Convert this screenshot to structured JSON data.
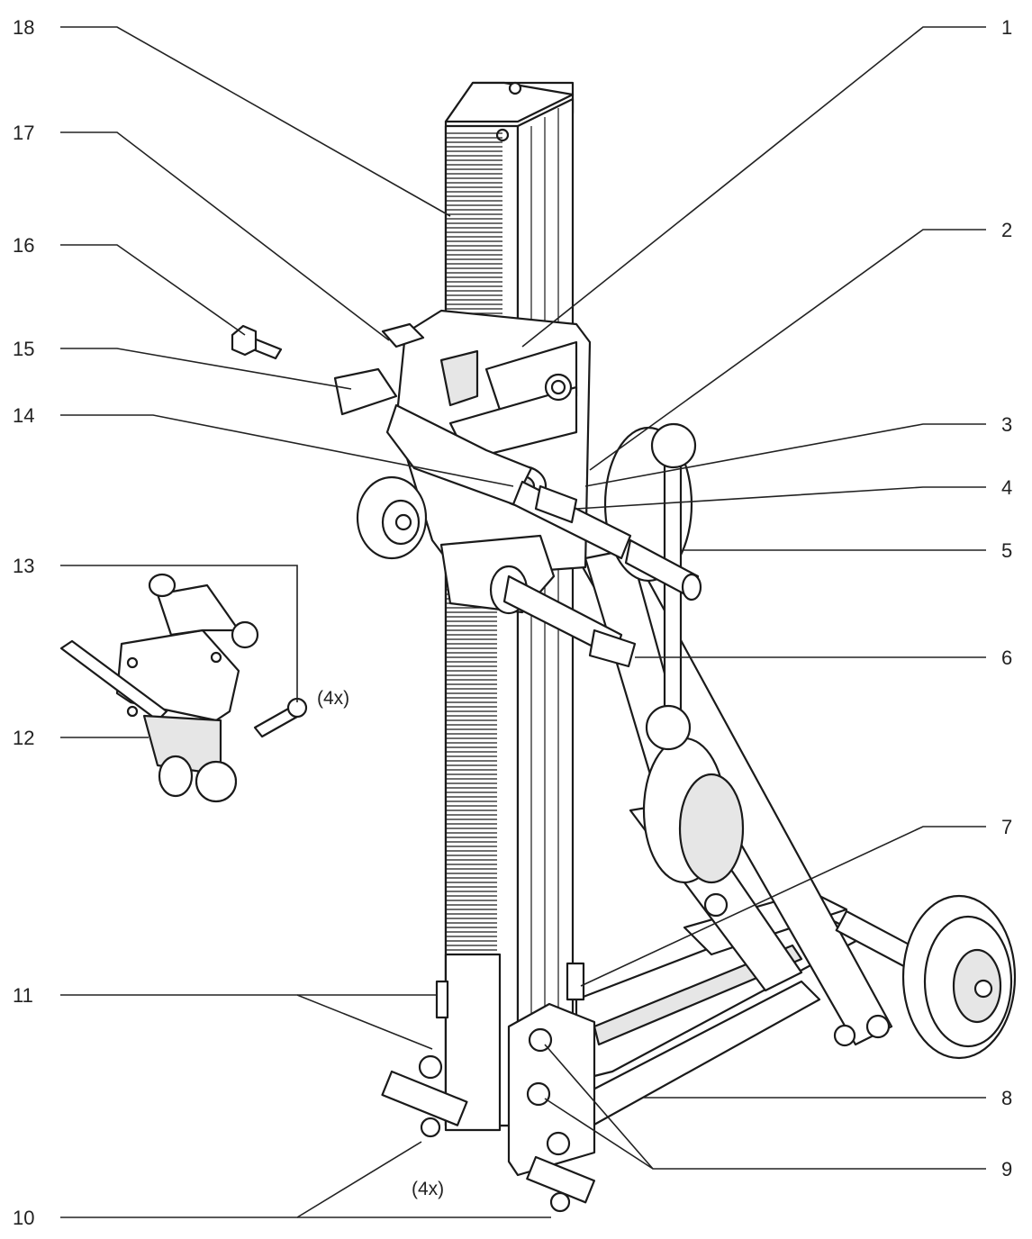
{
  "diagram": {
    "callouts": [
      {
        "id": "c1",
        "label": "1"
      },
      {
        "id": "c2",
        "label": "2"
      },
      {
        "id": "c3",
        "label": "3"
      },
      {
        "id": "c4",
        "label": "4"
      },
      {
        "id": "c5",
        "label": "5"
      },
      {
        "id": "c6",
        "label": "6"
      },
      {
        "id": "c7",
        "label": "7"
      },
      {
        "id": "c8",
        "label": "8"
      },
      {
        "id": "c9",
        "label": "9"
      },
      {
        "id": "c10",
        "label": "10"
      },
      {
        "id": "c11",
        "label": "11"
      },
      {
        "id": "c12",
        "label": "12"
      },
      {
        "id": "c13",
        "label": "13"
      },
      {
        "id": "c14",
        "label": "14"
      },
      {
        "id": "c15",
        "label": "15"
      },
      {
        "id": "c16",
        "label": "16"
      },
      {
        "id": "c17",
        "label": "17"
      },
      {
        "id": "c18",
        "label": "18"
      }
    ],
    "notes": {
      "screw_qty": "(4x)",
      "foot_qty": "(4x)"
    }
  }
}
